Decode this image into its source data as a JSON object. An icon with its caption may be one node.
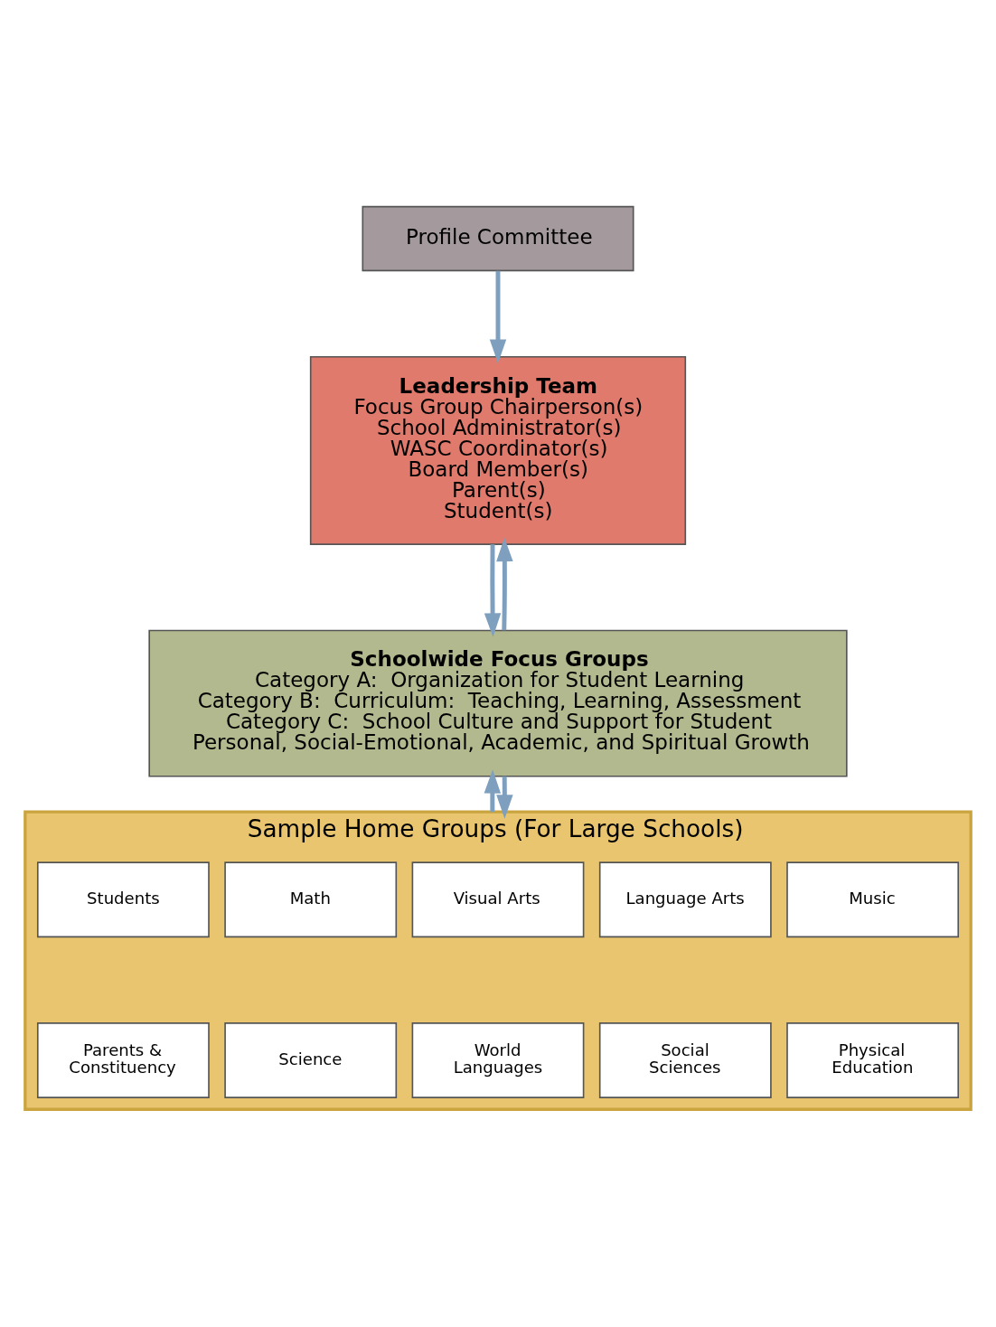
{
  "diagram": {
    "nodes": [
      {
        "text": [
          "Profile Committee"
        ]
      },
      {
        "text": [
          "Leadership Team",
          "Focus Group Chairperson(s)",
          "School Administrator(s)",
          "WASC Coordinator(s)",
          "Board Member(s)",
          "Parent(s)",
          "Student(s)"
        ]
      },
      {
        "text": [
          "Schoolwide Focus Groups",
          "Category A:  Organization for Student Learning",
          "Category B:  Curriculum:  Teaching, Learning, Assessment",
          "Category C:  School Culture and Support for Student Personal, Social-Emotional, Academic, and Spiritual Growth"
        ]
      },
      {
        "text": [
          "Sample Home Groups (For Large Schools)"
        ]
      },
      {
        "text": [
          "Students"
        ],
        "in": 3
      },
      {
        "text": [
          "Math"
        ],
        "in": 3
      },
      {
        "text": [
          "Visual Arts"
        ],
        "in": 3
      },
      {
        "text": [
          "Language Arts"
        ],
        "in": 3
      },
      {
        "text": [
          "Music"
        ],
        "in": 3
      },
      {
        "text": [
          "Parents & Constituency"
        ],
        "in": 3
      },
      {
        "text": [
          "Science"
        ],
        "in": 3
      },
      {
        "text": [
          "World Languages"
        ],
        "in": 3
      },
      {
        "text": [
          "Social Sciences"
        ],
        "in": 3
      },
      {
        "text": [
          "Physical Education"
        ],
        "in": 3
      }
    ],
    "edges": [
      {
        "from": 0,
        "to": 1,
        "arrow": "to"
      },
      {
        "from": 2,
        "to": 1,
        "arrow": "to"
      },
      {
        "from": 1,
        "to": 2,
        "arrow": "to"
      },
      {
        "from": 3,
        "to": 2,
        "arrow": "to"
      },
      {
        "from": 2,
        "to": 3,
        "arrow": "to"
      }
    ]
  }
}
